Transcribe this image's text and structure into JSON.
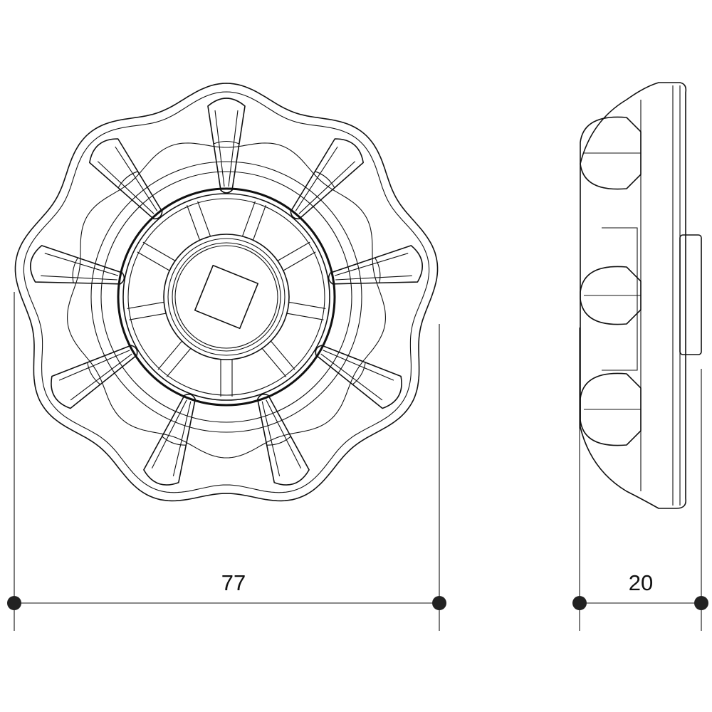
{
  "drawing": {
    "front_view": {
      "spoke_count": 9
    },
    "dimensions": {
      "diameter_label": "77",
      "height_label": "20"
    }
  }
}
